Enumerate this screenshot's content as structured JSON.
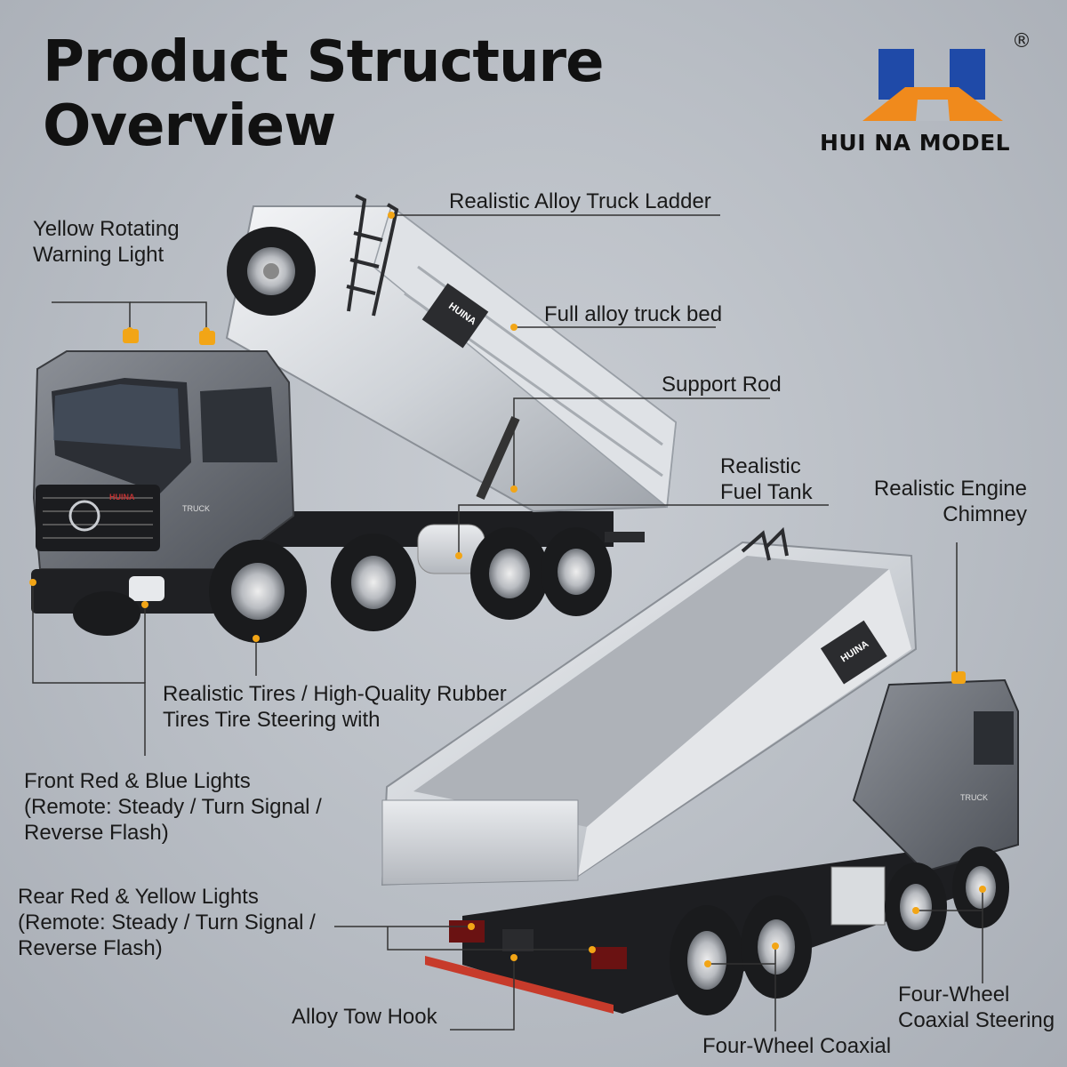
{
  "title": {
    "line1": "Product Structure",
    "line2": "Overview"
  },
  "brand": {
    "name": "HUI NA MODEL",
    "registered": "®",
    "color_blue": "#1f4aa8",
    "color_orange": "#f08a1c"
  },
  "truck_markings": {
    "logo": "HUINA",
    "badge": "TRUCK"
  },
  "colors": {
    "leader_line": "#333333",
    "leader_dot": "#f2a516"
  },
  "callouts": {
    "ladder": "Realistic Alloy Truck Ladder",
    "warning_light": [
      "Yellow Rotating",
      "Warning Light"
    ],
    "truck_bed": "Full alloy truck bed",
    "support_rod": "Support Rod",
    "fuel_tank": [
      "Realistic",
      "Fuel Tank"
    ],
    "engine_chimney": [
      "Realistic Engine",
      "Chimney"
    ],
    "tires": [
      "Realistic Tires / High-Quality Rubber",
      "Tires Tire Steering with"
    ],
    "front_lights": [
      "Front Red & Blue Lights",
      "(Remote: Steady / Turn Signal /",
      "Reverse Flash)"
    ],
    "rear_lights": [
      "Rear Red & Yellow Lights",
      "(Remote: Steady / Turn Signal /",
      "Reverse Flash)"
    ],
    "tow_hook": "Alloy Tow Hook",
    "coaxial": "Four-Wheel Coaxial",
    "coaxial_steering": [
      "Four-Wheel",
      "Coaxial Steering"
    ]
  }
}
